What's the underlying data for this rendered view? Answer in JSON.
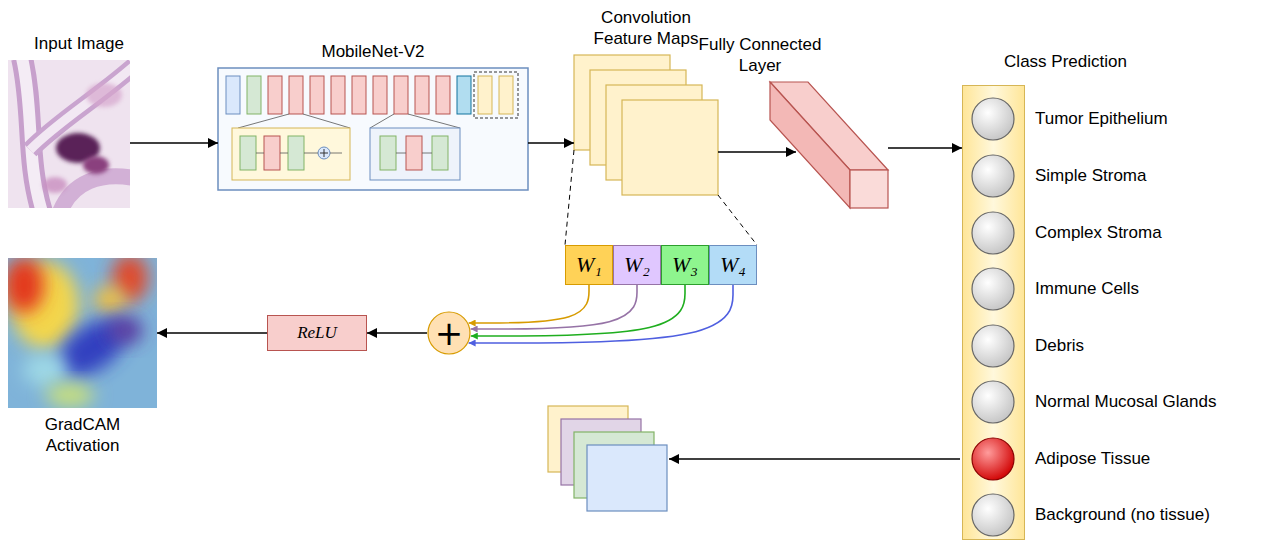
{
  "diagram": {
    "nodes": [
      {
        "text": [
          "Input Image"
        ]
      },
      {
        "text": [
          "MobileNet-V2"
        ]
      },
      {
        "text": [
          "Convolution Feature Maps"
        ]
      },
      {
        "text": [
          "Fully Connected Layer"
        ]
      },
      {
        "text": [
          "Class Prediction"
        ]
      },
      {
        "text": [
          "Tumor Epithelium"
        ],
        "in": 4
      },
      {
        "text": [
          "Simple Stroma"
        ],
        "in": 4
      },
      {
        "text": [
          "Complex Stroma"
        ],
        "in": 4
      },
      {
        "text": [
          "Immune Cells"
        ],
        "in": 4
      },
      {
        "text": [
          "Debris"
        ],
        "in": 4
      },
      {
        "text": [
          "Normal Mucosal Glands"
        ],
        "in": 4
      },
      {
        "text": [
          "Adipose Tissue"
        ],
        "in": 4
      },
      {
        "text": [
          "Background (no tissue)"
        ],
        "in": 4
      },
      {
        "text": [
          "W₁"
        ]
      },
      {
        "text": [
          "W₂"
        ]
      },
      {
        "text": [
          "W₃"
        ]
      },
      {
        "text": [
          "W₄"
        ]
      },
      {
        "text": [
          "+"
        ]
      },
      {
        "text": [
          "ReLU"
        ]
      },
      {
        "text": [
          "GradCAM Activation"
        ]
      }
    ],
    "edges": [
      {
        "from": 0,
        "to": 1,
        "arrow": "to"
      },
      {
        "from": 1,
        "to": 2,
        "arrow": "to"
      },
      {
        "from": 2,
        "to": 3,
        "arrow": "to"
      },
      {
        "from": 3,
        "to": 4,
        "arrow": "to"
      },
      {
        "from": 13,
        "to": 17,
        "arrow": "to"
      },
      {
        "from": 14,
        "to": 17,
        "arrow": "to"
      },
      {
        "from": 15,
        "to": 17,
        "arrow": "to"
      },
      {
        "from": 16,
        "to": 17,
        "arrow": "to"
      },
      {
        "from": 17,
        "to": 18,
        "arrow": "to"
      },
      {
        "from": 18,
        "to": 19,
        "arrow": "to"
      }
    ]
  }
}
